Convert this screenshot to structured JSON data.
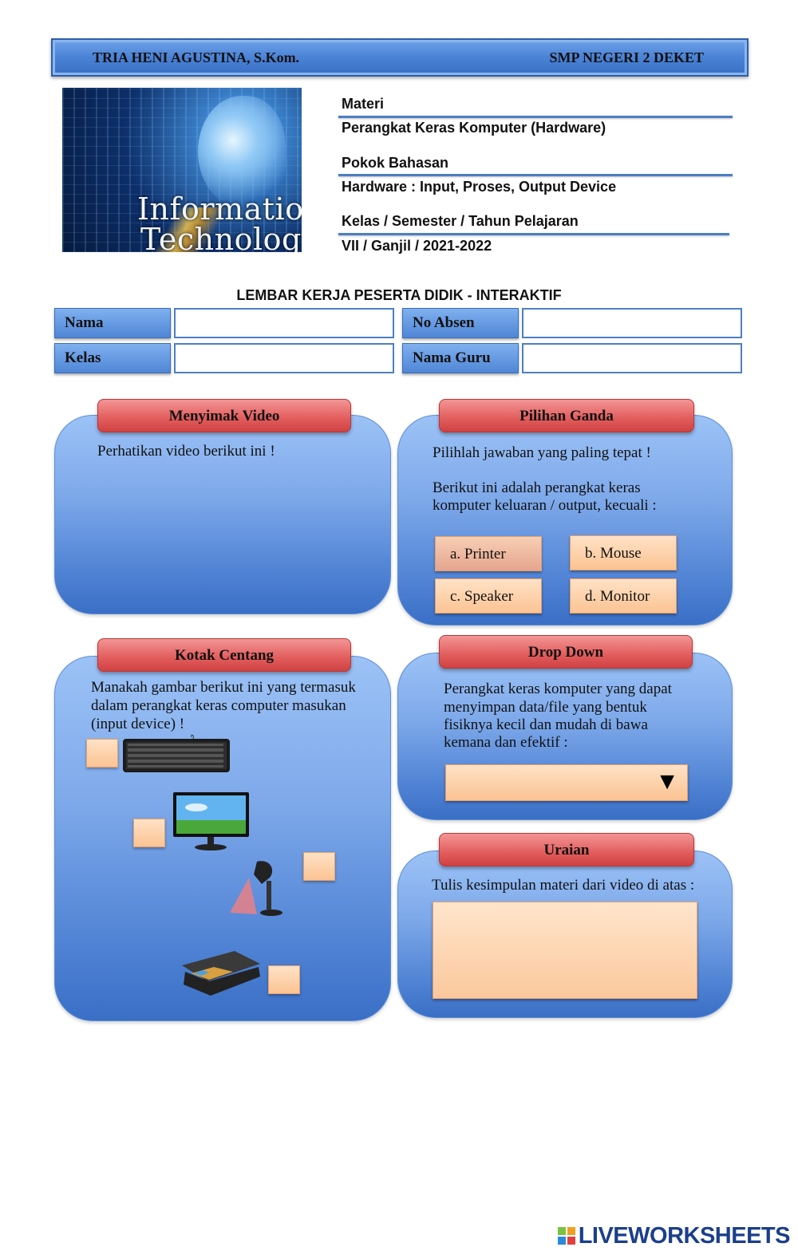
{
  "header": {
    "teacher": "TRIA HENI AGUSTINA, S.Kom.",
    "school": "SMP NEGERI 2 DEKET"
  },
  "image": {
    "line1": "Information",
    "line2": "Technology"
  },
  "info": {
    "materi_label": "Materi",
    "materi_value": "Perangkat Keras Komputer (Hardware)",
    "pokok_label": "Pokok Bahasan",
    "pokok_value": "Hardware : Input, Proses, Output Device",
    "kelas_label": "Kelas / Semester / Tahun Pelajaran",
    "kelas_value": "VII / Ganjil / 2021-2022"
  },
  "title": "LEMBAR KERJA PESERTA DIDIK - INTERAKTIF",
  "identity": {
    "nama": "Nama",
    "kelas": "Kelas",
    "no_absen": "No Absen",
    "nama_guru": "Nama Guru"
  },
  "video": {
    "title": "Menyimak Video",
    "text": "Perhatikan video berikut ini !"
  },
  "pilihan_ganda": {
    "title": "Pilihan Ganda",
    "instruction": "Pilihlah jawaban yang paling tepat !",
    "question_1": "Berikut ini adalah perangkat keras",
    "question_2": "komputer keluaran / output, kecuali :",
    "options": [
      "a.  Printer",
      "b.  Mouse",
      "c.  Speaker",
      "d.  Monitor"
    ]
  },
  "kotak_centang": {
    "title": "Kotak Centang",
    "line1": "Manakah gambar berikut ini yang termasuk",
    "line2": "dalam perangkat keras computer masukan",
    "line3": "(input device) !"
  },
  "drop_down": {
    "title": "Drop Down",
    "line1": "Perangkat keras komputer yang dapat",
    "line2": "menyimpan data/file yang bentuk",
    "line3": "fisiknya kecil dan mudah di bawa",
    "line4": "kemana dan efektif :",
    "arrow": "▼"
  },
  "uraian": {
    "title": "Uraian",
    "text": "Tulis kesimpulan materi dari video di atas :"
  },
  "footer": {
    "brand": "LIVEWORKSHEETS"
  },
  "colors": {
    "card_blue": "#4f82d4",
    "title_red": "#e25c5c",
    "input_peach": "#fbc393",
    "brand_navy": "#1b3f8b"
  }
}
